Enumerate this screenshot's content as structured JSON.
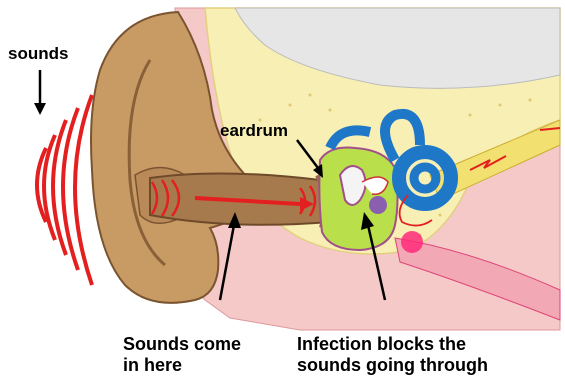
{
  "labels": {
    "sounds": "sounds",
    "eardrum": "eardrum",
    "sounds_come_in_here": [
      "Sounds come",
      "in here"
    ],
    "infection_blocks": [
      "Infection blocks the",
      "sounds going through"
    ]
  },
  "colors": {
    "outer_ear": "#c89a64",
    "ear_canal": "#a77a4e",
    "skin": "#f6c9c9",
    "bone": "#f7efb4",
    "skull_cavity": "#e6e6e6",
    "infection": "#b9e04a",
    "cochlea": "#1f77c8",
    "sound_waves": "#e41f1f",
    "arrows": "#000000"
  }
}
